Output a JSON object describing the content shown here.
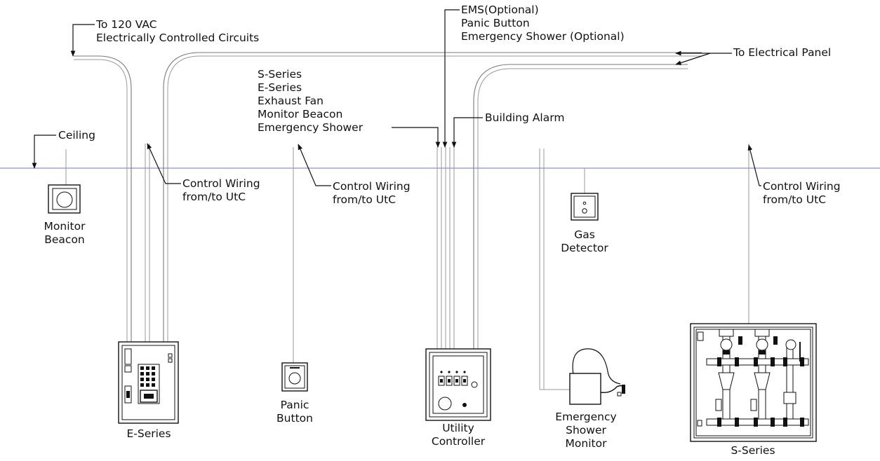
{
  "labels": {
    "to_120vac_1": "To 120 VAC",
    "to_120vac_2": "Electrically Controlled Circuits",
    "ems_1": "EMS(Optional)",
    "ems_2": "Panic Button",
    "ems_3": "Emergency Shower (Optional)",
    "to_panel": "To Electrical Panel",
    "series_1": "S-Series",
    "series_2": "E-Series",
    "series_3": "Exhaust Fan",
    "series_4": "Monitor Beacon",
    "series_5": "Emergency Shower",
    "building_alarm": "Building Alarm",
    "ceiling": "Ceiling",
    "cw_left_1": "Control Wiring",
    "cw_left_2": "from/to UtC",
    "cw_mid_1": "Control Wiring",
    "cw_mid_2": "from/to UtC",
    "cw_right_1": "Control Wiring",
    "cw_right_2": "from/to UtC",
    "monitor_beacon_1": "Monitor",
    "monitor_beacon_2": "Beacon",
    "gas_detector_1": "Gas",
    "gas_detector_2": "Detector",
    "e_series": "E-Series",
    "panic_button_1": "Panic",
    "panic_button_2": "Button",
    "utility_controller_1": "Utility",
    "utility_controller_2": "Controller",
    "em_shower_1": "Emergency",
    "em_shower_2": "Shower",
    "em_shower_3": "Monitor",
    "s_series": "S-Series"
  },
  "colors": {
    "ceiling_line": "#8a8ae6",
    "wire": "#7a7a7a",
    "ink": "#111111"
  }
}
